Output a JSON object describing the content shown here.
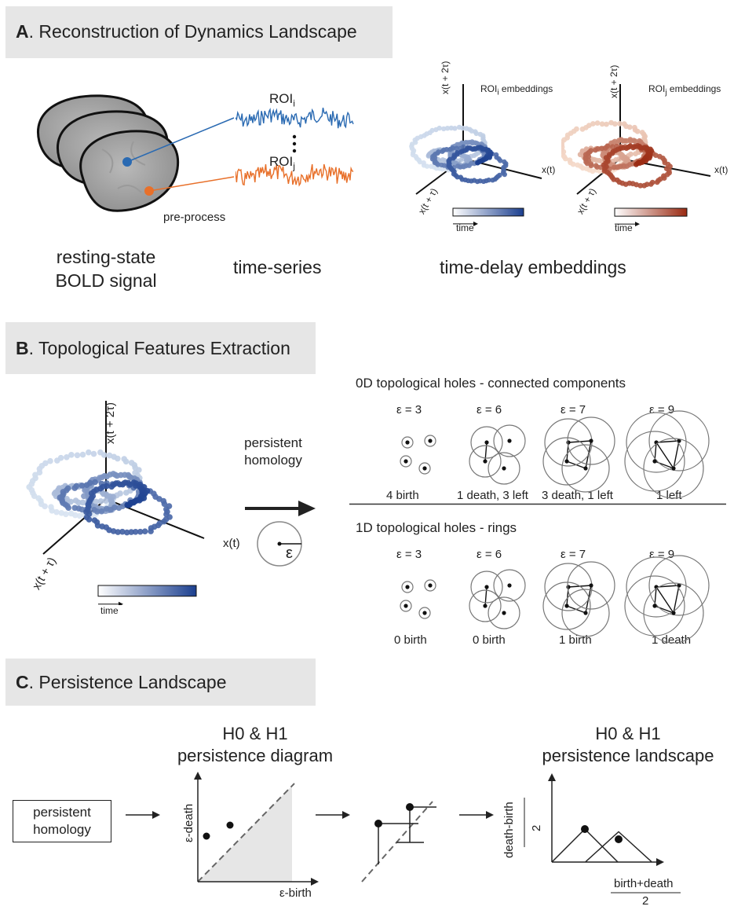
{
  "sectionA": {
    "letter": "A",
    "title": ". Reconstruction of Dynamics Landscape",
    "roi_i": "ROI",
    "roi_i_sub": "i",
    "roi_j": "ROI",
    "roi_j_sub": "j",
    "preprocess": "pre-process",
    "caption_brain_1": "resting-state",
    "caption_brain_2": "BOLD signal",
    "caption_ts": "time-series",
    "caption_embed": "time-delay embeddings",
    "embed_i_label": "ROI",
    "embed_i_sub": "i",
    "embed_j_label": "ROI",
    "embed_j_sub": "j",
    "embed_suffix": " embeddings",
    "axis_xt2": "x(t + 2τ)",
    "axis_xt1": "x(t + τ)",
    "axis_xt": "x(t)",
    "time": "time"
  },
  "sectionB": {
    "letter": "B",
    "title": ". Topological Features Extraction",
    "axis_xt2": "x(t + 2τ)",
    "axis_xt1": "x(t + τ)",
    "axis_xt": "x(t)",
    "time": "time",
    "ph_1": "persistent",
    "ph_2": "homology",
    "epsilon": "ε",
    "row0_title": "0D topological holes - connected components",
    "row1_title": "1D topological holes - rings",
    "eps_labels": [
      "ε = 3",
      "ε = 6",
      "ε = 7",
      "ε = 9"
    ],
    "row0_captions": [
      "4 birth",
      "1 death, 3 left",
      "3 death, 1 left",
      "1 left"
    ],
    "row1_captions": [
      "0 birth",
      "0 birth",
      "1 birth",
      "1 death"
    ]
  },
  "sectionC": {
    "letter": "C",
    "title": ". Persistence Landscape",
    "box_1": "persistent",
    "box_2": "homology",
    "pd_title_1": "H0 & H1",
    "pd_title_2": "persistence diagram",
    "pd_ylabel": "ε-death",
    "pd_xlabel": "ε-birth",
    "pl_title_1": "H0 & H1",
    "pl_title_2": "persistence landscape",
    "pl_ylabel_num": "death-birth",
    "pl_ylabel_den": "2",
    "pl_xlabel_num": "birth+death",
    "pl_xlabel_den": "2"
  },
  "colors": {
    "blue": "#2a6ab2",
    "orange": "#e8702a",
    "banner": "#e6e6e6"
  }
}
